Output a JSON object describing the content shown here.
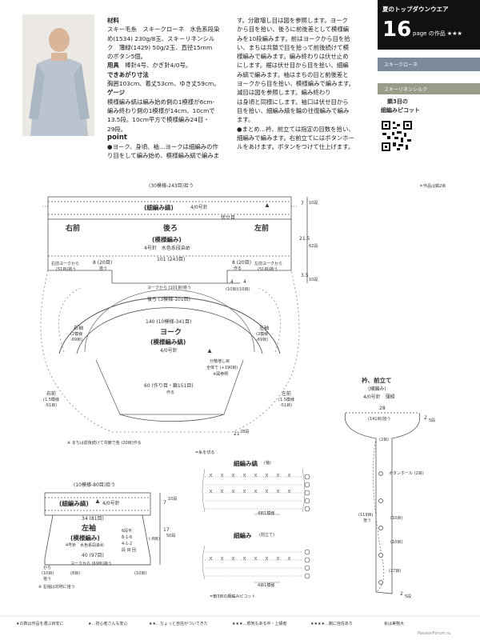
{
  "header": {
    "series": "夏のトップダウンウエア",
    "page_number": "16",
    "page_suffix": "page の作品 ★★★",
    "swatch1_label": "スキークローネ",
    "swatch2_label": "スキーリネンシルク",
    "qr_caption_1": "鎖3目の",
    "qr_caption_2": "細編みピコット",
    "qr_note": "＊作品は錆2目"
  },
  "materials": {
    "heading": "材料",
    "line1": "スキー毛糸　スキークローネ　水色系段染",
    "line2": "め(1534) 230g/8玉、スキーリネンシル",
    "line3": "ク　薄緑(1429) 50g/2玉、直径15mm",
    "line4": "のボタン5個。",
    "tools_heading": "用具",
    "tools": "棒針4号、かぎ針4/0号。",
    "size_heading": "できあがり寸法",
    "size": "胸囲103cm、着丈53cm、ゆき丈59cm。",
    "gauge_heading": "ゲージ",
    "gauge1": "模様編み縞は編み始め側の1模様が6cm-",
    "gauge2": "編み終わり側の1模様が14cm、10cmで",
    "gauge3": "13.5段。10cm平方で模様編み24目・",
    "gauge4": "29段。",
    "point_heading": "point",
    "point1": "●ヨーク、身頃、袖…ヨークは細編みの作",
    "point2": "り目をして編み始め、模様編み縞で編みま"
  },
  "instructions": {
    "line1": "す。分散増し目は図を参照します。ヨーク",
    "line2": "から目を拾い、後ろに前後差として模様編",
    "line3": "みを10段編みます。前はヨークから目を拾",
    "line4": "い、まちは共鎖で目を拾って前後続けて模",
    "line5": "様編みで編みます。編み終わりは伏せ止め",
    "line6": "にします。裾は伏せ目から目を拾い、細編",
    "line7": "み縞で編みます。袖はまちの目と前後差と",
    "line8": "ヨークから目を拾い、模様編みで編みます。",
    "line9": "減目は図を参照します。編み終わり",
    "line10": "は身頃と同様にします。袖口は伏せ目から",
    "line11": "目を拾い、細編み縞を輪の往復編みで編み",
    "line12": "ます。",
    "line13": "●まとめ…衿、前立ては指定の目数を拾い、",
    "line14": "細編みで編みます。右前立てにはボタンホー",
    "line15": "ルをあけます。ボタンをつけて仕上げます。"
  },
  "body_diagram": {
    "top_width": "(30模様-243目)拾う",
    "border": "(細編み縞)",
    "border_needle": "4/0号針",
    "border_rows": "10段",
    "border_cm": "7",
    "bind_off": "伏せ目",
    "right_front": "右前",
    "back": "後ろ",
    "left_front": "左前",
    "pattern": "(模様編み)",
    "pattern_needle": "4号針　水色系段染め",
    "width_101": "101 (243目)",
    "height_215": "21.5",
    "height_rows": "62段",
    "right_pickup_1": "右前ヨークから",
    "right_pickup_2": "(51目)拾う",
    "left_pickup_1": "左前ヨークから",
    "left_pickup_2": "(51目)拾う",
    "gusset_8a": "8 (20目)",
    "gusset_8b": "8 (20目)",
    "gusset_pick": "拾う",
    "gusset_make": "作る",
    "yoke_pick": "ヨークから (101目)拾う",
    "side_35": "3.5",
    "side_10": "10段",
    "pair_4a": "4",
    "pair_4b": "4",
    "pair_10": "(10目)(10目)"
  },
  "yoke_diagram": {
    "back_pick": "後ろ (3模様-101目)",
    "circ_140": "140 (10模様-341目)",
    "title": "ヨーク",
    "pattern": "(模様編み縞)",
    "needle": "4/0号針",
    "sleeve_r": "右袖",
    "sleeve_r2": "(2模様",
    "sleeve_r3": "-69目)",
    "sleeve_l": "左袖",
    "sleeve_l2": "(2模様",
    "sleeve_l3": "-69目)",
    "increase_1": "分散増し目",
    "increase_2": "全体で (+190目)",
    "increase_3": "※図参照",
    "start": "60 (作り目・鎖151目)",
    "start2": "作る",
    "front_r": "右前",
    "front_r2": "(1.5模様",
    "front_r3": "-51目)",
    "front_l": "左前",
    "front_l2": "(1.5模様",
    "front_l3": "-51目)",
    "depth": "21",
    "depth_rows": "28段",
    "note": "※ まちは前後続けて共鎖で各 (20目)作る",
    "cut": "=糸を切る"
  },
  "collar_diagram": {
    "title": "衿、前立て",
    "subtitle": "(細編み)",
    "needle": "4/0号針　薄緑",
    "w_28": "28",
    "pick_141": "(141目)拾う",
    "rows_2a": "2",
    "rows_5a": "5段",
    "start_2": "(2目)",
    "buttonhole": "ボタンホール (2目)",
    "pick_119a": "(119目)",
    "pick_119b": "拾う",
    "rows_10a": "(10目)",
    "rows_10b": "(10目)",
    "rows_27": "(27目)",
    "rows_2b": "2",
    "rows_5b": "5段"
  },
  "stitch_diagrams": {
    "title1": "細編み縞",
    "title1_suffix": "(袖)",
    "repeat1": "4目1模様",
    "title2": "細編み",
    "title2_suffix": "(前立て)",
    "repeat2": "4目1模様",
    "picot": "=鎖3目の細編みピコット"
  },
  "sleeve_diagram": {
    "top_width": "(10模様-80目)拾う",
    "border": "(細編み縞)",
    "border_needle": "4/0号針",
    "rows_10": "10段",
    "cm_7": "7",
    "w_34": "34 (81目)",
    "title": "左袖",
    "pattern": "(模様編み)",
    "needle": "4号針　水色系段染め",
    "dec_1": "6段平",
    "dec_2": "8-1-6",
    "dec_3": "4-1-2",
    "dec_4": "段 目 回",
    "minus": "(-8目)",
    "h_17": "17",
    "h_50": "50段",
    "w_40": "40 (97目)",
    "yoke_pick": "ヨークから (69目)拾う",
    "left_pick_1": "から",
    "left_pick_2": "(10目)",
    "left_pick_3": "拾う",
    "mid_pick_2": "(8目)",
    "right_pick_2": "(10目)",
    "mirror": "※ 右袖は対称に拾う"
  },
  "legend": {
    "item1": "★の数は作品を選ぶ目安に",
    "item2": "★…初心者さんも安心",
    "item3": "★★…ちょっと自信がついてきた",
    "item4": "★★★…根気もある中・上級者",
    "item5": "★★★★…腕に自信あり",
    "item6": "糸は実物大",
    "watermark": "PassionForum.ru"
  },
  "colors": {
    "band": "#111111",
    "swatch1": "#7a8a9a",
    "swatch2": "#9a9a88",
    "line": "#555555"
  }
}
